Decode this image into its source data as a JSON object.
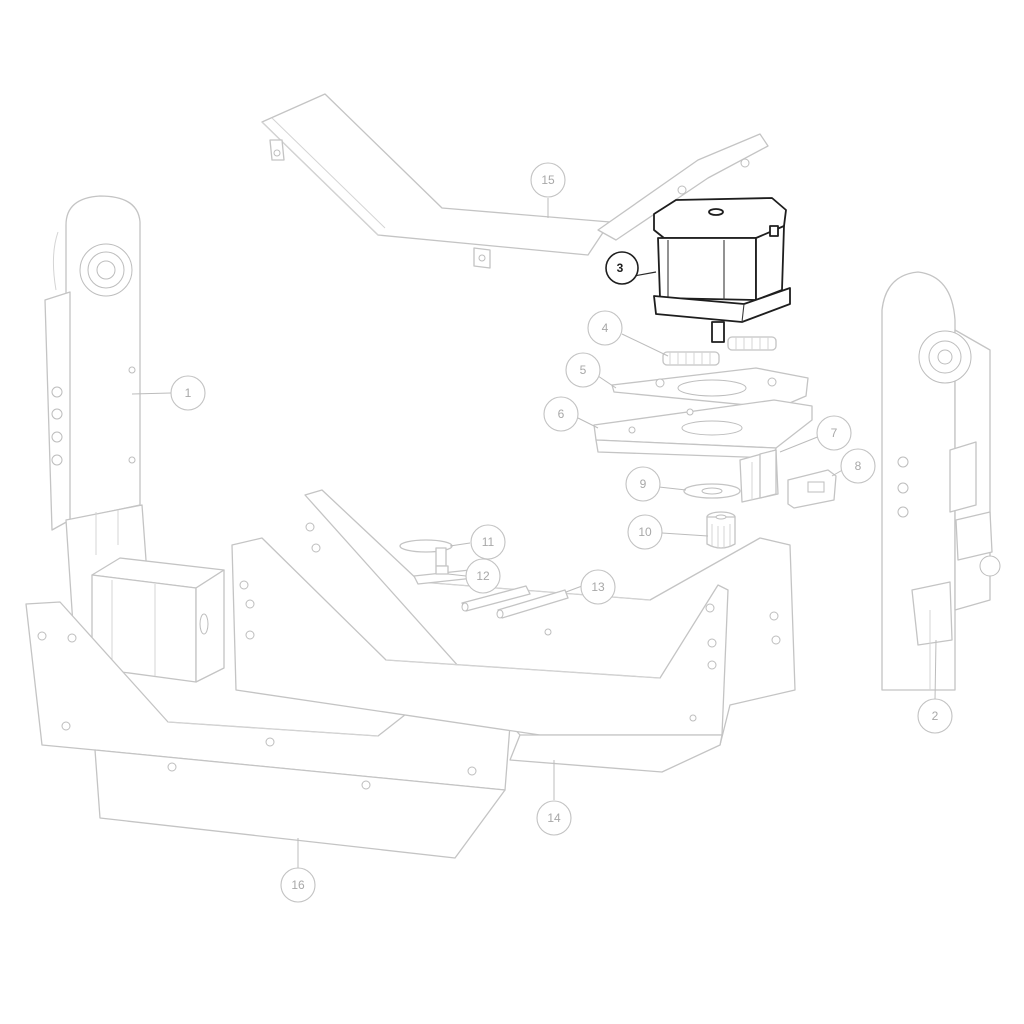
{
  "callouts": [
    {
      "id": "1",
      "label": "1",
      "highlighted": false
    },
    {
      "id": "2",
      "label": "2",
      "highlighted": false
    },
    {
      "id": "3",
      "label": "3",
      "highlighted": true
    },
    {
      "id": "4",
      "label": "4",
      "highlighted": false
    },
    {
      "id": "5",
      "label": "5",
      "highlighted": false
    },
    {
      "id": "6",
      "label": "6",
      "highlighted": false
    },
    {
      "id": "7",
      "label": "7",
      "highlighted": false
    },
    {
      "id": "8",
      "label": "8",
      "highlighted": false
    },
    {
      "id": "9",
      "label": "9",
      "highlighted": false
    },
    {
      "id": "10",
      "label": "10",
      "highlighted": false
    },
    {
      "id": "11",
      "label": "11",
      "highlighted": false
    },
    {
      "id": "12",
      "label": "12",
      "highlighted": false
    },
    {
      "id": "13",
      "label": "13",
      "highlighted": false
    },
    {
      "id": "14",
      "label": "14",
      "highlighted": false
    },
    {
      "id": "15",
      "label": "15",
      "highlighted": false
    },
    {
      "id": "16",
      "label": "16",
      "highlighted": false
    }
  ],
  "colors": {
    "line": "#c9c9c9",
    "highlight": "#1e1e1e",
    "background": "#ffffff"
  }
}
